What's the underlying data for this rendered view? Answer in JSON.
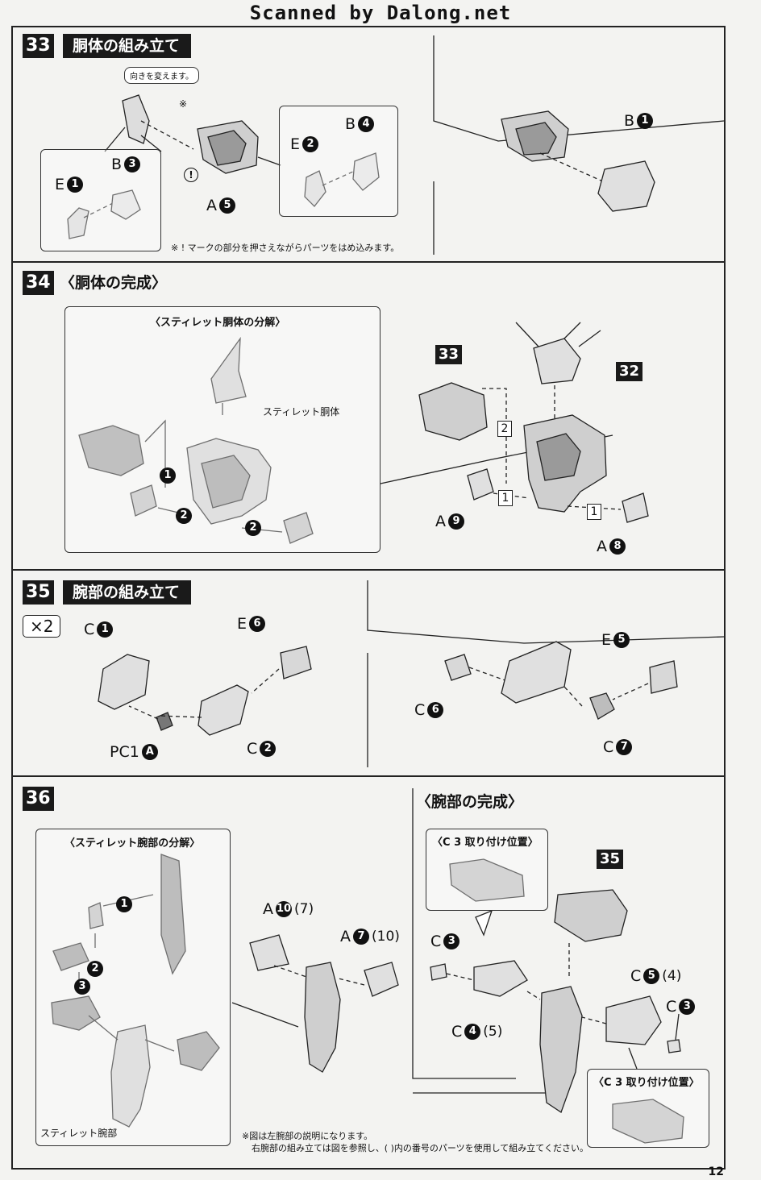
{
  "watermark": "Scanned by Dalong.net",
  "page_number": "12",
  "steps": {
    "s33": {
      "number": "33",
      "title": "胴体の組み立て",
      "bubble": "向きを変えます。",
      "asterisk": "※",
      "excl_mark": "!",
      "note": "※ ! マークの部分を押さえながらパーツをはめ込みます。",
      "labels": {
        "e1": {
          "letter": "E",
          "num": "1"
        },
        "b3": {
          "letter": "B",
          "num": "3"
        },
        "a5": {
          "letter": "A",
          "num": "5"
        },
        "e2": {
          "letter": "E",
          "num": "2"
        },
        "b4": {
          "letter": "B",
          "num": "4"
        },
        "b1": {
          "letter": "B",
          "num": "1"
        }
      }
    },
    "s34": {
      "number": "34",
      "title": "〈胴体の完成〉",
      "subbox_title": "〈スティレット胴体の分解〉",
      "stiletto_torso": "スティレット胴体",
      "ref33": "33",
      "ref32": "32",
      "seq1": "1",
      "seq2": "2",
      "labels": {
        "a9": {
          "letter": "A",
          "num": "9"
        },
        "a8": {
          "letter": "A",
          "num": "8"
        }
      }
    },
    "s35": {
      "number": "35",
      "title": "腕部の組み立て",
      "multiplier": "×2",
      "labels": {
        "c1": {
          "letter": "C",
          "num": "1"
        },
        "e6": {
          "letter": "E",
          "num": "6"
        },
        "c2": {
          "letter": "C",
          "num": "2"
        },
        "pc1a": {
          "letter": "PC1",
          "num": "A"
        },
        "e5": {
          "letter": "E",
          "num": "5"
        },
        "c6": {
          "letter": "C",
          "num": "6"
        },
        "c7": {
          "letter": "C",
          "num": "7"
        }
      }
    },
    "s36": {
      "number": "36",
      "subbox_title": "〈スティレット腕部の分解〉",
      "stiletto_arm": "スティレット腕部",
      "arm_complete": "〈腕部の完成〉",
      "c3_position": "〈C 3 取り付け位置〉",
      "ref35": "35",
      "note_line1": "※図は左腕部の説明になります。",
      "note_line2": "右腕部の組み立ては図を参照し、( )内の番号のパーツを使用して組み立てください。",
      "labels": {
        "a10": {
          "letter": "A",
          "num": "10",
          "alt": "(7)"
        },
        "a7": {
          "letter": "A",
          "num": "7",
          "alt": "(10)"
        },
        "c3a": {
          "letter": "C",
          "num": "3"
        },
        "c4": {
          "letter": "C",
          "num": "4",
          "alt": "(5)"
        },
        "c5": {
          "letter": "C",
          "num": "5",
          "alt": "(4)"
        },
        "c3b": {
          "letter": "C",
          "num": "3"
        }
      }
    }
  }
}
